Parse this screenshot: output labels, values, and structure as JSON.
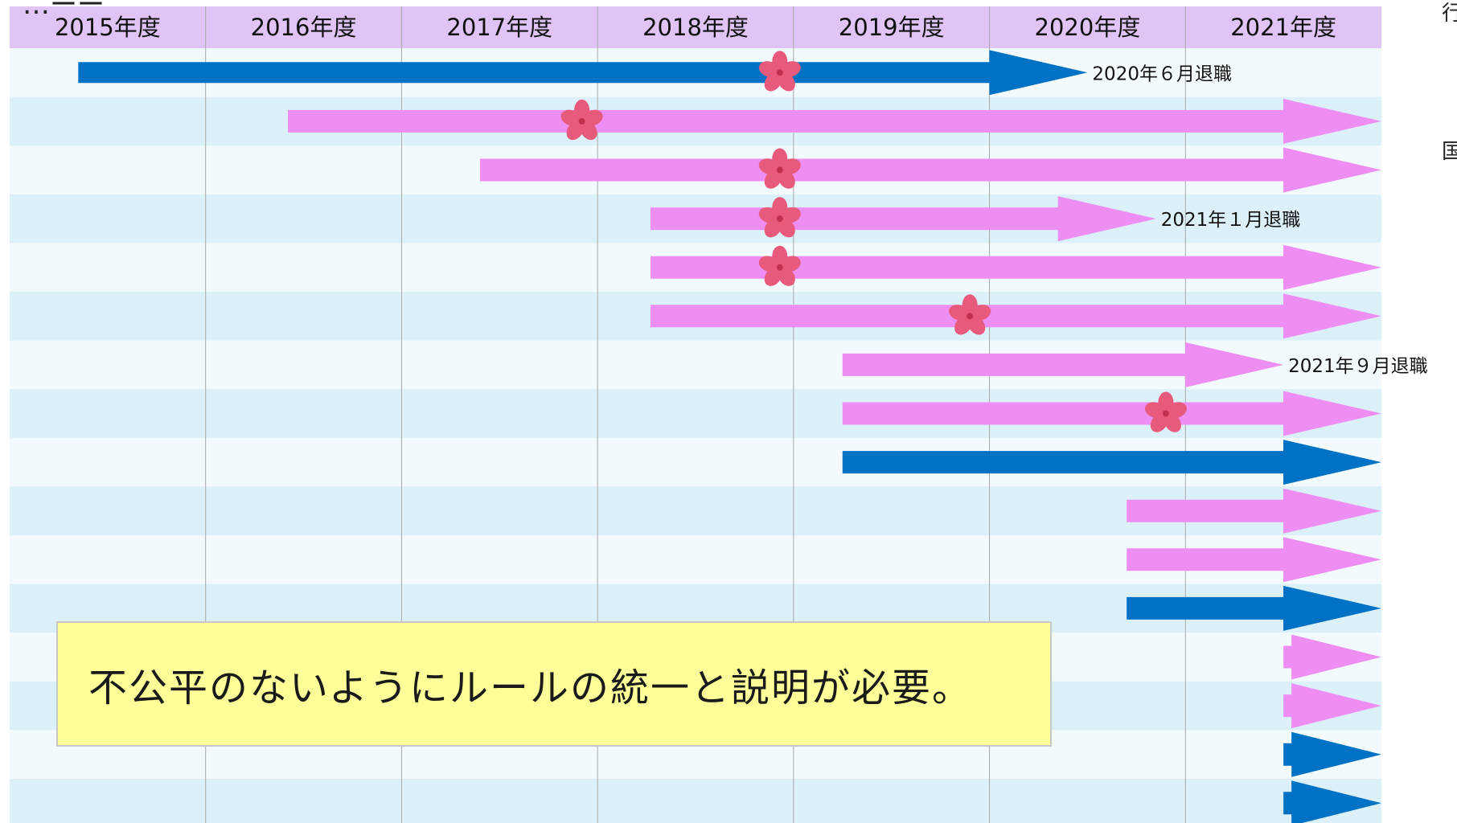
{
  "page": {
    "cut_title": "…ーー",
    "side_chars": [
      "行",
      "国"
    ]
  },
  "chart_data": {
    "type": "timeline",
    "categories": [
      "2015年度",
      "2016年度",
      "2017年度",
      "2018年度",
      "2019年度",
      "2020年度",
      "2021年度"
    ],
    "x_range": [
      2015.0,
      2022.0
    ],
    "colors": {
      "header": "#e0c4f5",
      "row_light": "#f2fafe",
      "row_dark": "#dcf0f9",
      "pink": "#ee8df2",
      "blue": "#0072c6",
      "flower": "#e85a7c",
      "gridline": "#a8a8a8"
    },
    "rows": [
      {
        "color": "blue",
        "start": 2015.35,
        "end": 2020.25,
        "arrow_tip": 2020.5,
        "flower": 2018.93,
        "label": "2020年６月退職",
        "thick": true
      },
      {
        "color": "pink",
        "start": 2016.42,
        "end": 2022.0,
        "flower": 2017.92
      },
      {
        "color": "pink",
        "start": 2017.4,
        "end": 2022.0,
        "flower": 2018.93
      },
      {
        "color": "pink",
        "start": 2018.27,
        "end": 2020.5,
        "arrow_tip": 2020.85,
        "flower": 2018.93,
        "label": "2021年１月退職"
      },
      {
        "color": "pink",
        "start": 2018.27,
        "end": 2022.0,
        "flower": 2018.93
      },
      {
        "color": "pink",
        "start": 2018.27,
        "end": 2022.0,
        "flower": 2019.9
      },
      {
        "color": "pink",
        "start": 2019.25,
        "end": 2021.5,
        "arrow_tip": 2021.5,
        "label": "2021年９月退職"
      },
      {
        "color": "pink",
        "start": 2019.25,
        "end": 2022.0,
        "flower": 2020.9
      },
      {
        "color": "blue",
        "start": 2019.25,
        "end": 2022.0
      },
      {
        "color": "pink",
        "start": 2020.7,
        "end": 2022.0
      },
      {
        "color": "pink",
        "start": 2020.7,
        "end": 2022.0
      },
      {
        "color": "blue",
        "start": 2020.7,
        "end": 2022.0
      },
      {
        "color": "pink",
        "start": 2021.5,
        "end": 2022.0
      },
      {
        "color": "pink",
        "start": 2021.5,
        "end": 2022.0
      },
      {
        "color": "blue",
        "start": 2021.5,
        "end": 2022.0
      },
      {
        "color": "blue",
        "start": 2021.5,
        "end": 2022.0
      }
    ]
  },
  "note": {
    "text": "不公平のないようにルールの統一と説明が必要。"
  }
}
